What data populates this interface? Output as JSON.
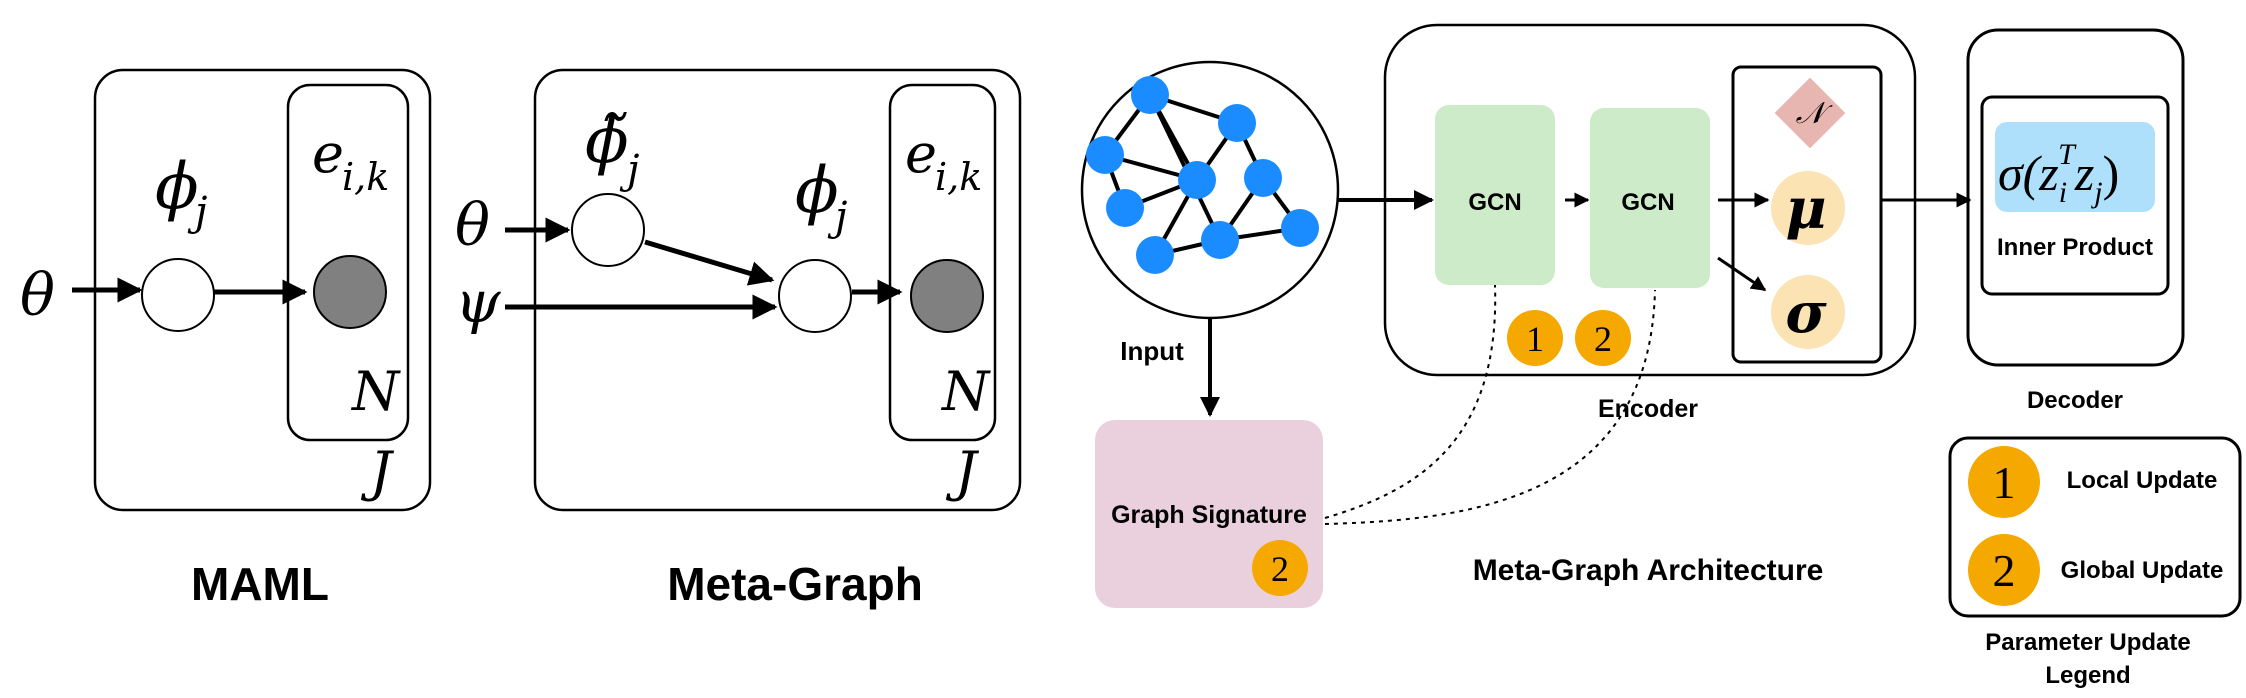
{
  "maml": {
    "title": "MAML",
    "theta": "θ",
    "phi": "ϕ",
    "phi_sub": "j",
    "e": "e",
    "e_sub": "i,k",
    "N": "N",
    "J": "J"
  },
  "metagraph": {
    "title": "Meta-Graph",
    "theta": "θ",
    "psi": "ψ",
    "phi_tilde": "ϕ̃",
    "phi_tilde_sub": "j",
    "phi": "ϕ",
    "phi_sub": "j",
    "e": "e",
    "e_sub": "i,k",
    "N": "N",
    "J": "J"
  },
  "architecture": {
    "title": "Meta-Graph Architecture",
    "input_label": "Input",
    "gcn1": "GCN",
    "gcn2": "GCN",
    "normal": "𝒩",
    "mu": "μ",
    "sigma": "σ",
    "encoder_label": "Encoder",
    "graph_signature": "Graph Signature",
    "badge_1": "1",
    "badge_2": "2",
    "signature_badge": "2",
    "decoder": {
      "formula_sigma": "σ(z",
      "formula_i": "i",
      "formula_T": "T",
      "formula_z": "z",
      "formula_j": "j",
      "formula_close": ")",
      "inner_product": "Inner Product",
      "label": "Decoder"
    }
  },
  "legend": {
    "local_badge": "1",
    "local_label": "Local Update",
    "global_badge": "2",
    "global_label": "Global Update",
    "title_line1": "Parameter Update",
    "title_line2": "Legend"
  },
  "colors": {
    "node_blue": "#1a8cff",
    "gcn_green": "#cdebc8",
    "badge_orange": "#f5a800",
    "param_cream": "#fbe3b4",
    "normal_pink": "#e8b6b0",
    "signature_pink": "#ead0dd",
    "decoder_blue": "#aee0fb",
    "observed_gray": "#808080"
  }
}
